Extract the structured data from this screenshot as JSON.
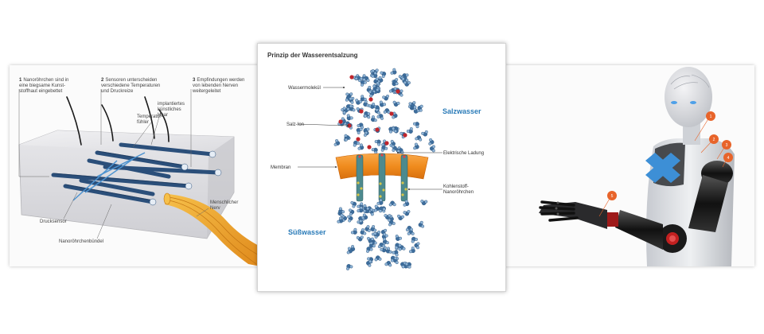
{
  "left_panel": {
    "callouts": [
      {
        "num": "1",
        "lines": [
          "Nanoröhrchen sind in",
          "eine biegsame Kunst-",
          "stoffhaut eingebettet"
        ]
      },
      {
        "num": "2",
        "lines": [
          "Sensoren unterscheiden",
          "verschiedene Temperaturen",
          "und Druckreize"
        ]
      },
      {
        "num": "3",
        "lines": [
          "Empfindungen werden",
          "von lebenden Nerven",
          "weitergeleitet"
        ]
      }
    ],
    "temp_label": [
      "Temperatur-",
      "fühler"
    ],
    "hair_label": [
      "implantiertes",
      "künstliches",
      "Haar"
    ],
    "druck_label": "Drucksensor",
    "bundle_label": "Nanoröhrchenbündel",
    "nerv_label": [
      "Menschlicher",
      "Nerv"
    ]
  },
  "center_panel": {
    "title": "Prinzip der Wasserentsalzung",
    "labels": {
      "wassermolekuel": "Wassermolekül",
      "salzion": "Salz-Ion",
      "membran": "Membran",
      "ladung": "Elektrische Ladung",
      "kohlenstoff": [
        "Kohlenstoff-",
        "Nanoröhrchen"
      ]
    },
    "salzwasser": "Salzwasser",
    "suesswasser": "Süßwasser"
  },
  "right_panel": {
    "markers": [
      "1",
      "2",
      "3",
      "4",
      "5"
    ]
  },
  "colors": {
    "membrane": "#f08c1e",
    "ion": "#c0262c",
    "molecule": "#3d6e9e",
    "accent_blue": "#2a7bb8",
    "marker": "#e8642a"
  }
}
